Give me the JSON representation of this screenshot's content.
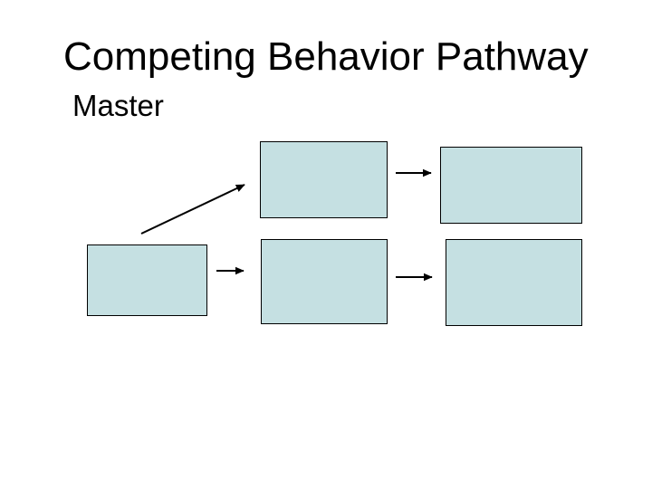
{
  "slide": {
    "title": "Competing Behavior Pathway",
    "subtitle": "Master",
    "background_color": "#ffffff",
    "text_color": "#000000"
  },
  "diagram": {
    "box_fill_color": "#c5e0e2",
    "box_border_color": "#000000",
    "arrow_color": "#000000",
    "nodes": [
      {
        "id": "top-middle",
        "label": ""
      },
      {
        "id": "top-right",
        "label": ""
      },
      {
        "id": "bottom-left",
        "label": ""
      },
      {
        "id": "bottom-middle",
        "label": ""
      },
      {
        "id": "bottom-right",
        "label": ""
      }
    ],
    "edges": [
      {
        "from": "bottom-left",
        "to": "top-middle",
        "style": "diagonal-arrow"
      },
      {
        "from": "top-middle",
        "to": "top-right",
        "style": "horizontal-arrow"
      },
      {
        "from": "bottom-left",
        "to": "bottom-middle",
        "style": "horizontal-arrow"
      },
      {
        "from": "bottom-middle",
        "to": "bottom-right",
        "style": "horizontal-arrow"
      }
    ]
  }
}
